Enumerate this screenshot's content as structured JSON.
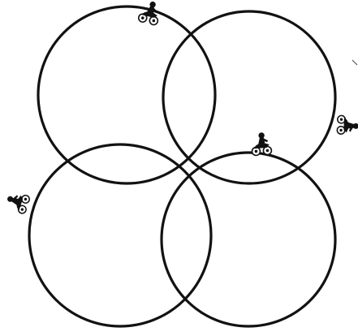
{
  "diagram": {
    "type": "four-overlapping-circles",
    "background_color": "#ffffff",
    "line_color": "#121212",
    "circles": [
      {
        "name": "top-left-circle"
      },
      {
        "name": "top-right-circle"
      },
      {
        "name": "bottom-left-circle"
      },
      {
        "name": "bottom-right-circle"
      }
    ],
    "riders": [
      {
        "name": "rider-top-left",
        "icon": "motorcycle-rider-icon",
        "on_circle": "top-left-circle"
      },
      {
        "name": "rider-top-right",
        "icon": "motorcycle-rider-icon",
        "on_circle": "top-right-circle"
      },
      {
        "name": "rider-bottom-left",
        "icon": "motorcycle-rider-icon",
        "on_circle": "bottom-left-circle"
      },
      {
        "name": "rider-bottom-right",
        "icon": "motorcycle-rider-icon",
        "on_circle": "bottom-right-circle"
      }
    ]
  }
}
